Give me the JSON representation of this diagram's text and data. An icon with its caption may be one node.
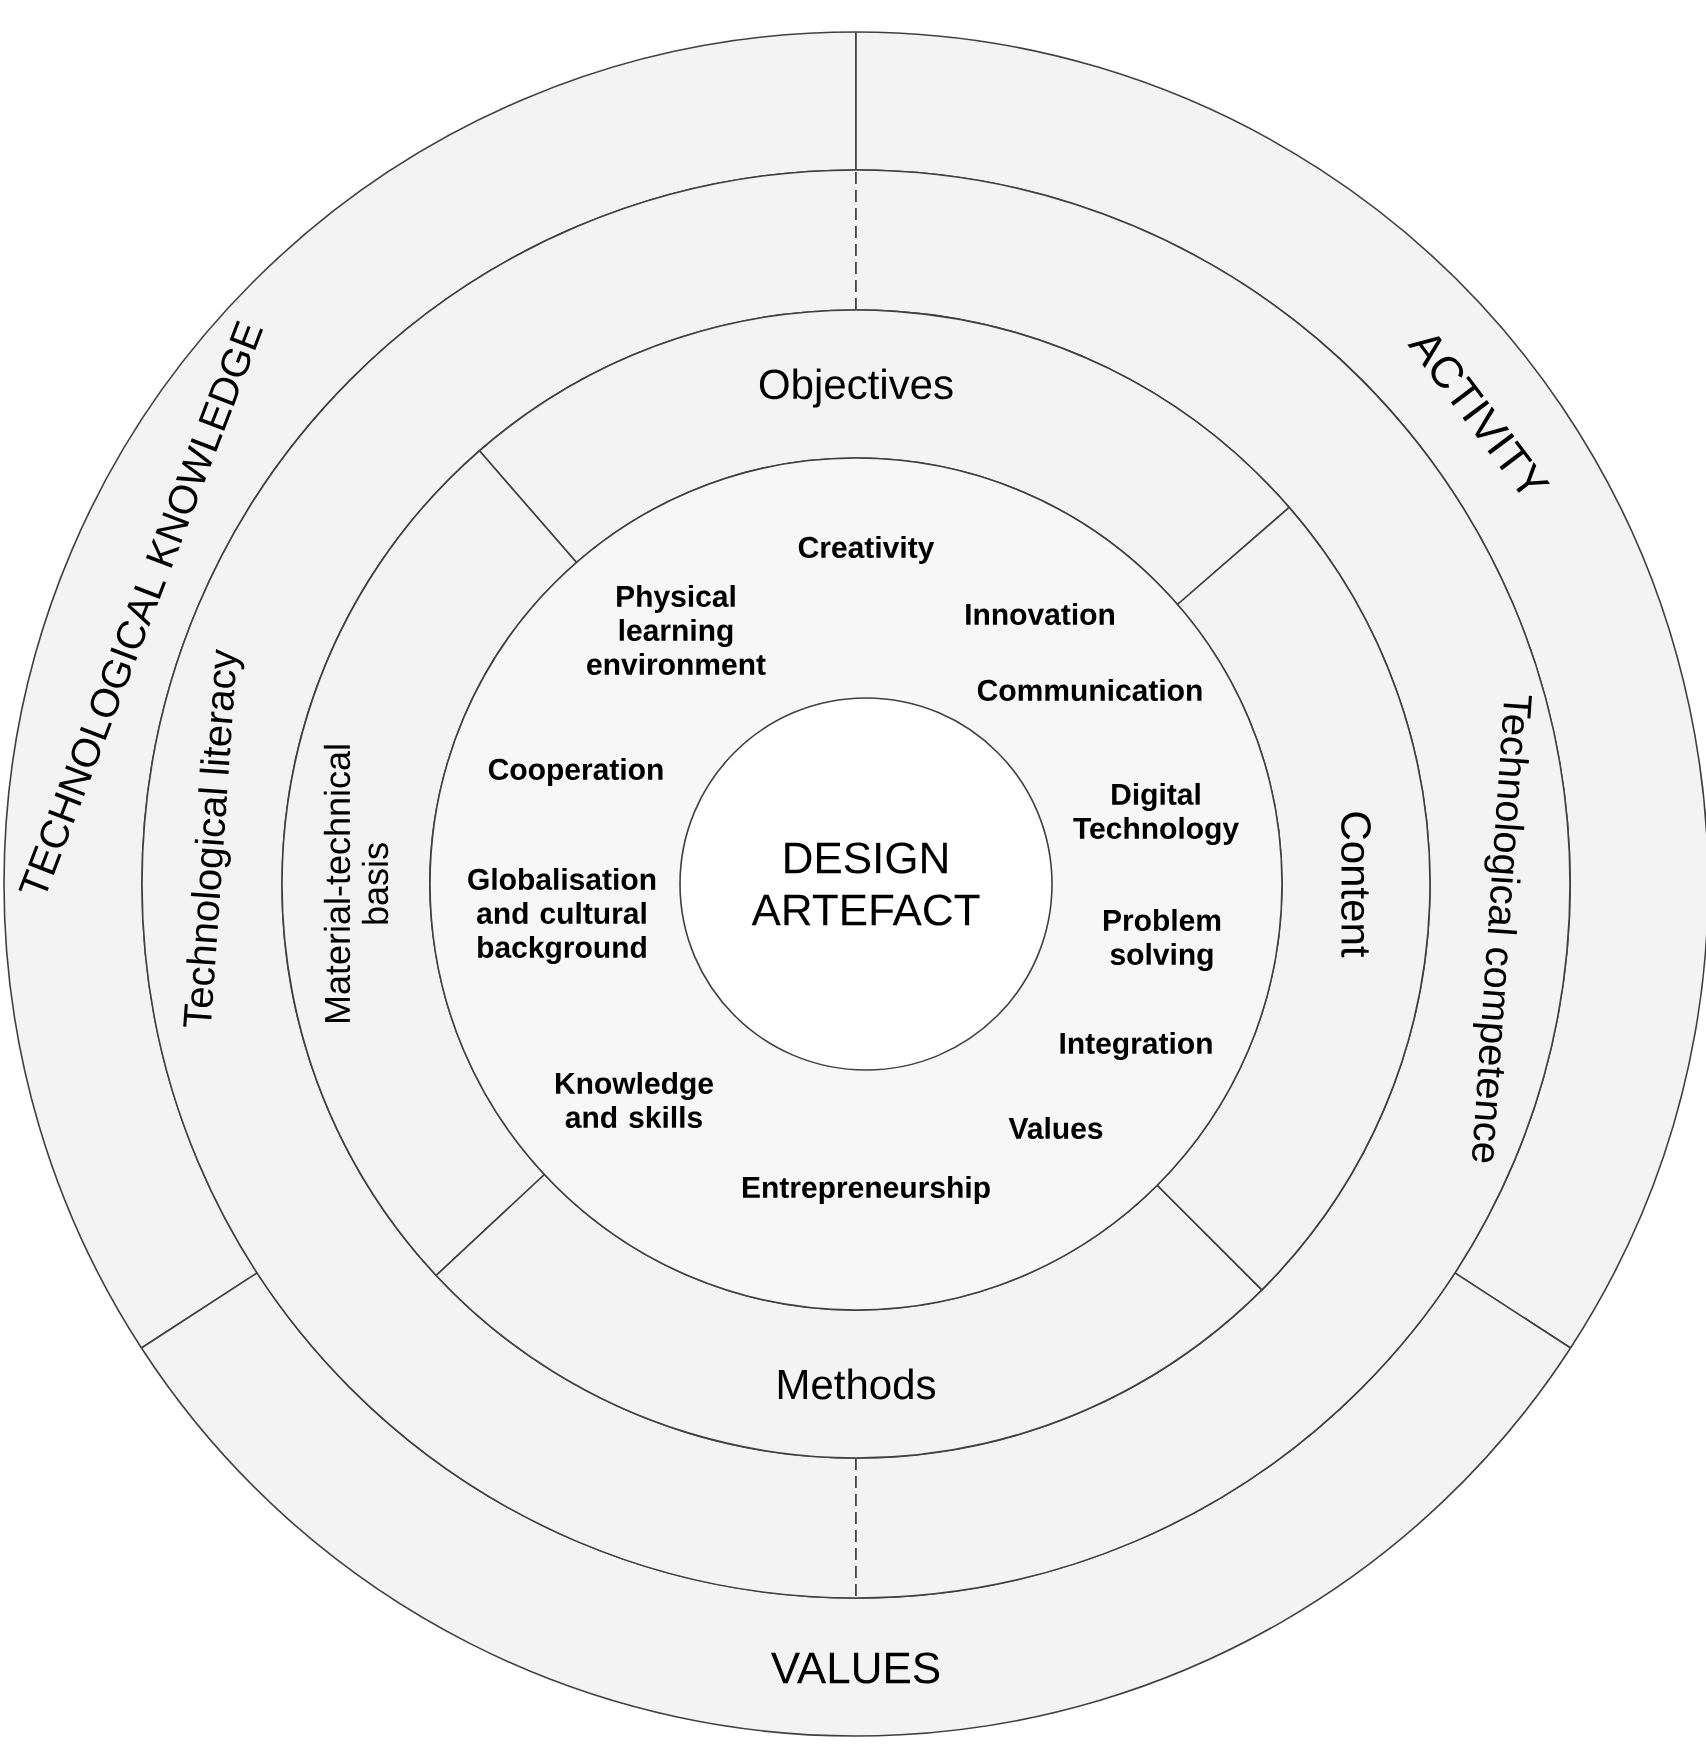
{
  "diagram": {
    "nodes": [
      {
        "text": [
          "TECHNOLOGICAL KNOWLEDGE"
        ]
      },
      {
        "text": [
          "ACTIVITY"
        ]
      },
      {
        "text": [
          "VALUES"
        ]
      },
      {
        "text": [
          "Technological literacy"
        ]
      },
      {
        "text": [
          "Technological competence"
        ]
      },
      {
        "text": [
          "Objectives"
        ]
      },
      {
        "text": [
          "Material-technical basis"
        ]
      },
      {
        "text": [
          "Methods"
        ]
      },
      {
        "text": [
          "Content"
        ]
      },
      {
        "text": [
          "Creativity",
          "Innovation",
          "Physical learning environment",
          "Communication",
          "Cooperation",
          "Digital Technology",
          "Globalisation and cultural background",
          "Problem solving",
          "Integration",
          "Knowledge and skills",
          "Values",
          "Entrepreneurship"
        ]
      },
      {
        "text": [
          "DESIGN ARTEFACT"
        ],
        "in": 9
      }
    ]
  }
}
